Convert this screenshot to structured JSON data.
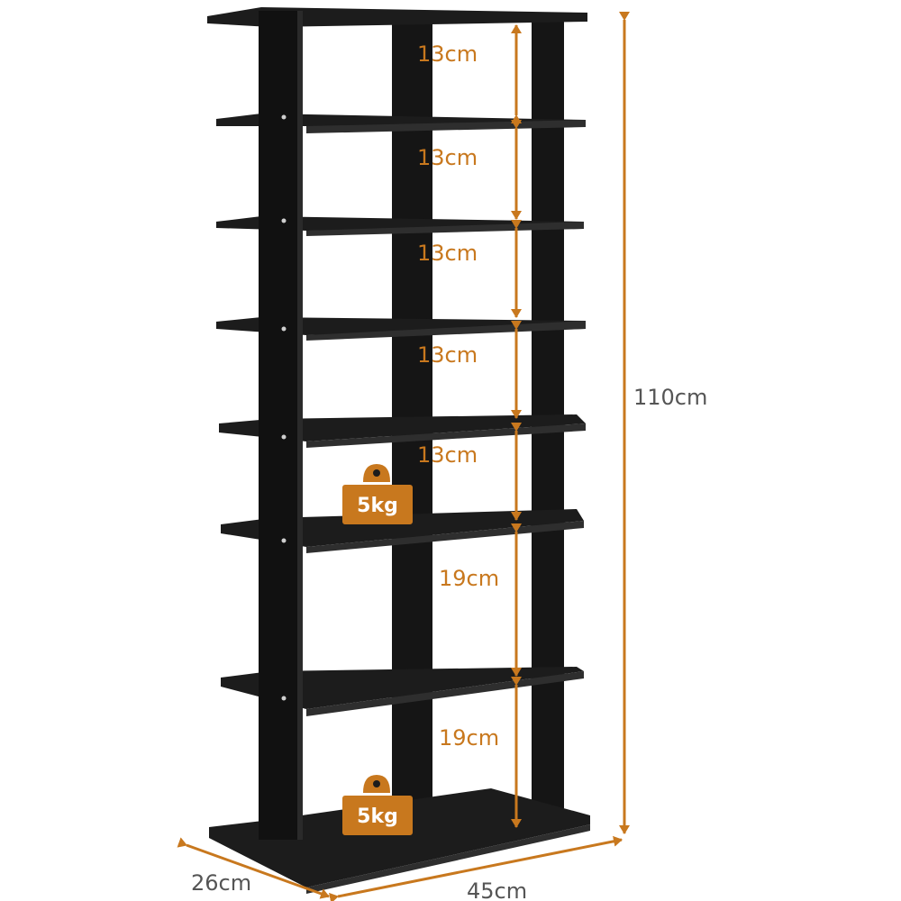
{
  "colors": {
    "accent": "#c8781e",
    "wood": "#1c1c1c",
    "wood_edge": "#2e2e2e",
    "label_gray": "#555555"
  },
  "shelf_spacings": [
    "13cm",
    "13cm",
    "13cm",
    "13cm",
    "13cm",
    "19cm",
    "19cm"
  ],
  "height_label": "110cm",
  "depth_label": "26cm",
  "width_label": "45cm",
  "weight_labels": [
    "5kg",
    "5kg"
  ]
}
